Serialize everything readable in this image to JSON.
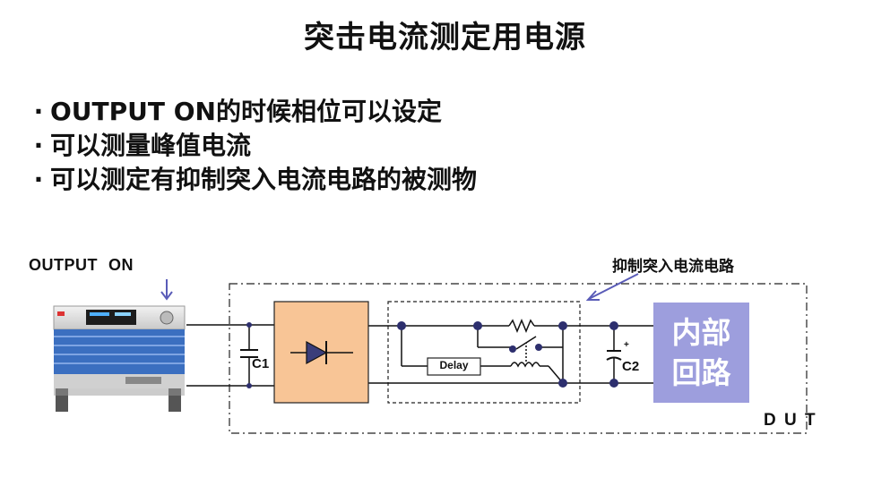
{
  "title": "突击电流测定用电源",
  "bullets": [
    "OUTPUT ON的时候相位可以设定",
    "可以测量峰值电流",
    "可以测定有抑制突入电流电路的被测物"
  ],
  "bullet_marker": "·",
  "diagram": {
    "output_label": "OUTPUT",
    "output_on": "ON",
    "limiter_label": "抑制突入电流电路",
    "c1": "C1",
    "c2": "C2",
    "delay": "Delay",
    "plus": "+",
    "dut_box_line1": "内部",
    "dut_box_line2": "回路",
    "dut": "D U T",
    "colors": {
      "rectifier_fill": "#f8c596",
      "dut_fill": "#9d9edd",
      "node_fill": "#2d2f6e",
      "diode_fill": "#3a3d7a",
      "arrow": "#5a5cb8",
      "psu_body": "#3b6fc0"
    }
  }
}
